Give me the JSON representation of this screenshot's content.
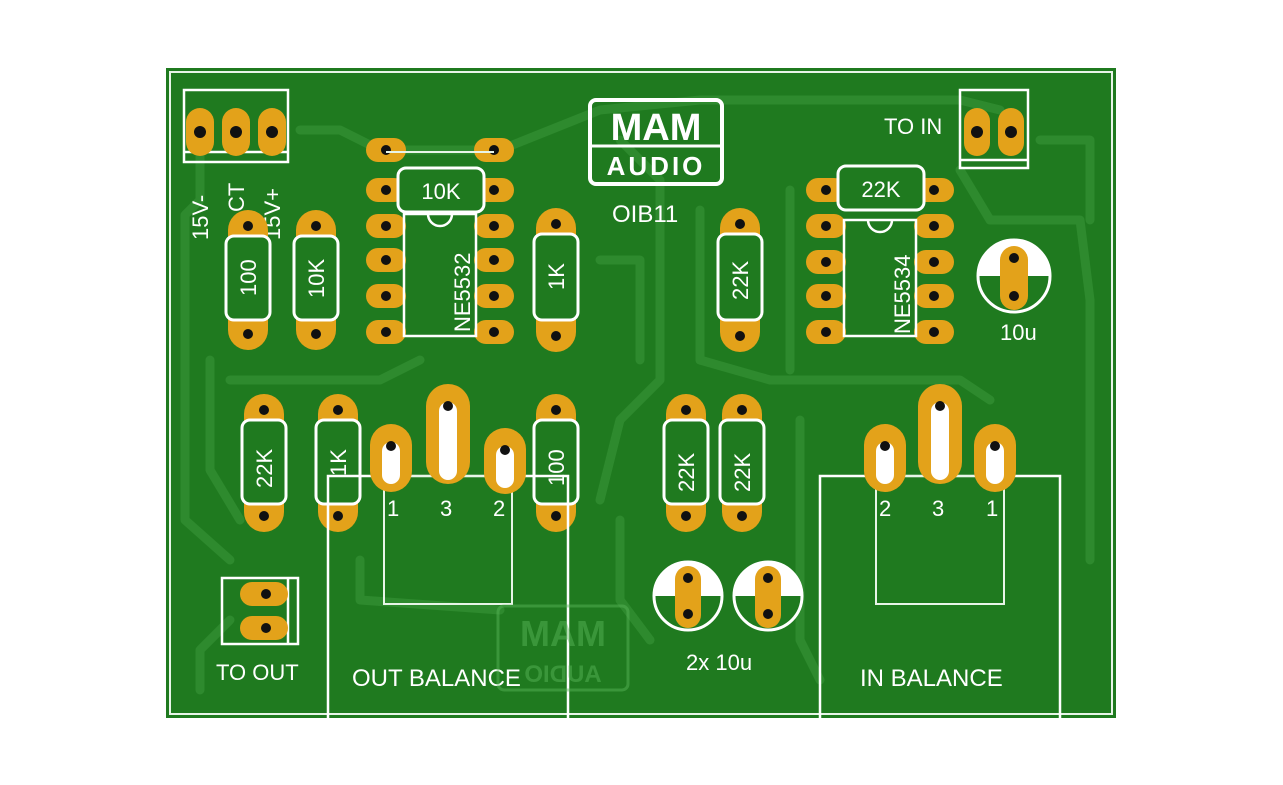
{
  "board": {
    "logo_line1": "MAM",
    "logo_line2": "AUDIO",
    "model": "OIB11",
    "watermark_line1": "MAM",
    "watermark_line2": "AUDIO"
  },
  "power": {
    "pins": [
      "15V-",
      "CT",
      "15V+"
    ]
  },
  "connectors": {
    "to_in": "TO IN",
    "to_out": "TO OUT",
    "out_balance": "OUT BALANCE",
    "in_balance": "IN BALANCE"
  },
  "ics": {
    "left": "NE5532",
    "right": "NE5534"
  },
  "resistors": {
    "r_10k_top": "10K",
    "r_22k_top": "22K",
    "r_100_left": "100",
    "r_10k_left": "10K",
    "r_1k_mid": "1K",
    "r_22k_mid": "22K",
    "r_22k_low": "22K",
    "r_1k_low": "1K",
    "r_100_low": "100",
    "r_22k_pair_a": "22K",
    "r_22k_pair_b": "22K"
  },
  "capacitors": {
    "single": "10u",
    "pair": "2x 10u"
  },
  "xlr_out_pins": [
    "1",
    "3",
    "2"
  ],
  "xlr_in_pins": [
    "2",
    "3",
    "1"
  ],
  "colors": {
    "board": "#1f7a1f",
    "pad": "#e3a21a",
    "silkscreen": "#ffffff"
  }
}
